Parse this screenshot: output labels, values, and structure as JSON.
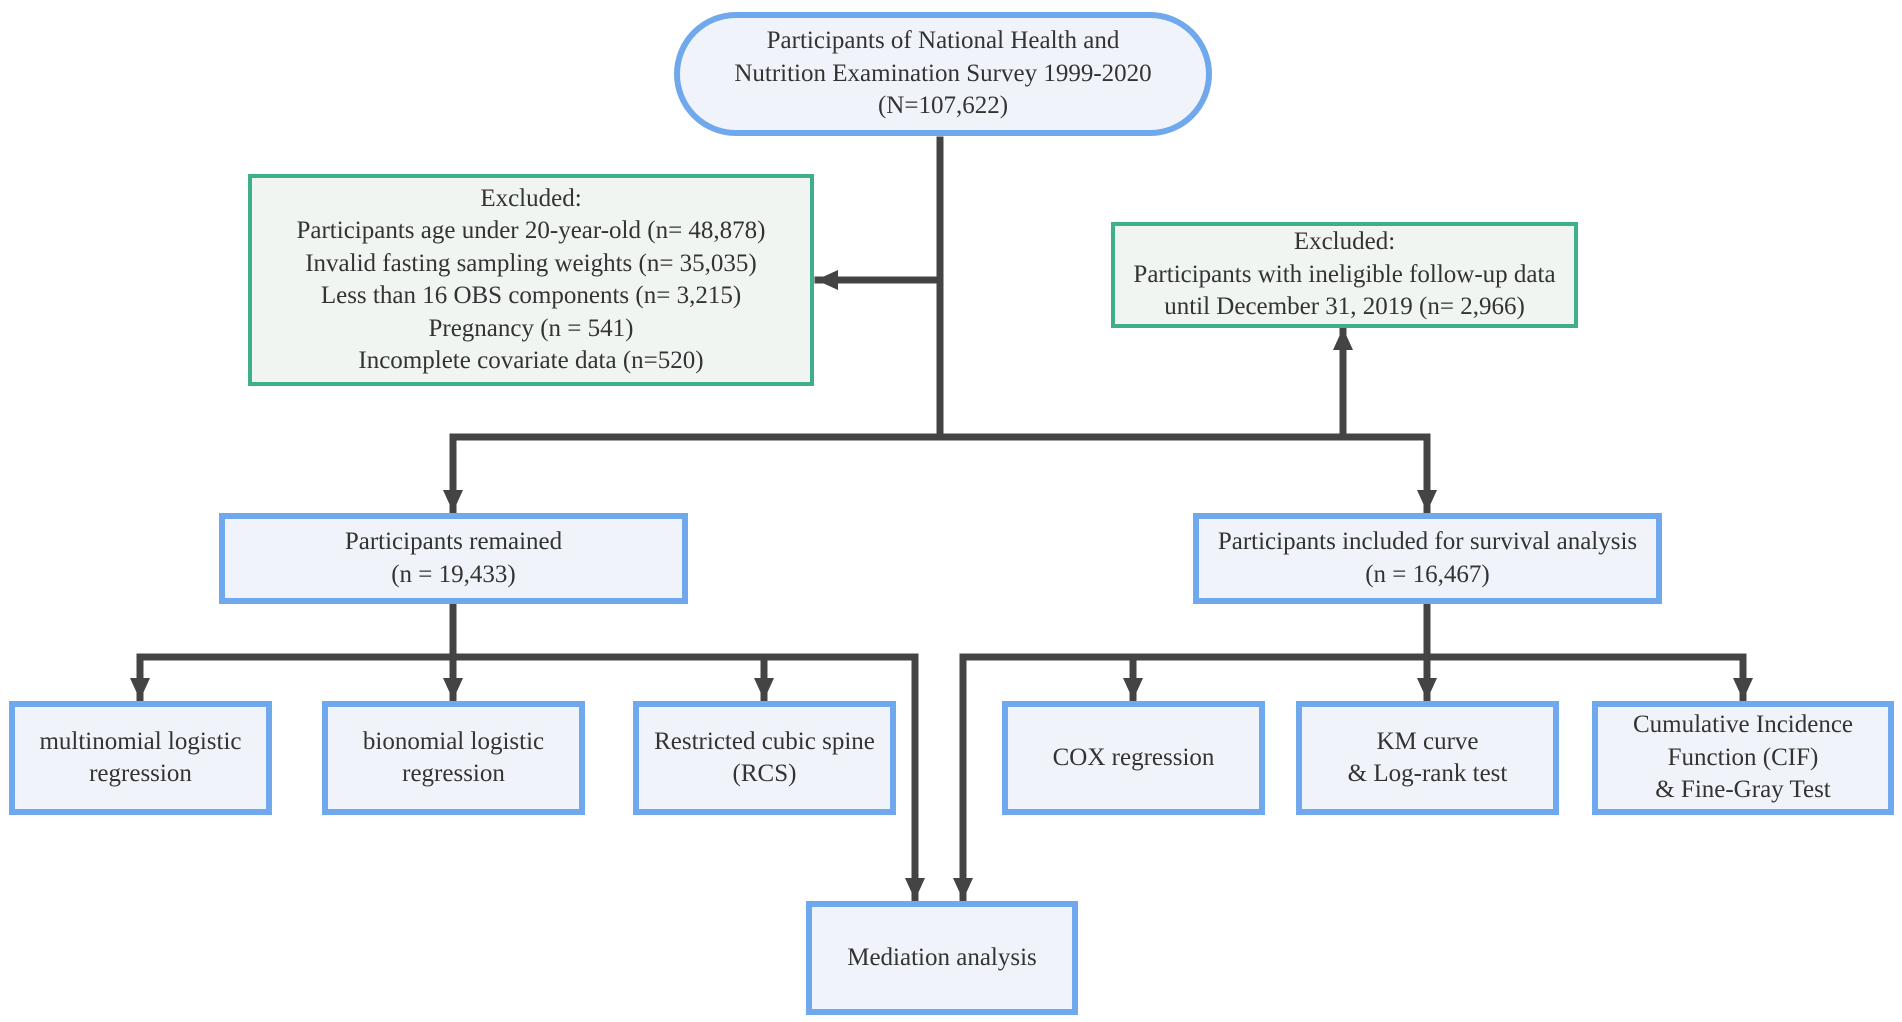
{
  "nodes": {
    "source": {
      "lines": [
        "Participants of  National Health and",
        "Nutrition Examination Survey 1999-2020",
        "(N=107,622)"
      ]
    },
    "exclusion_main": {
      "lines": [
        "Excluded:",
        "Participants age under 20-year-old (n= 48,878)",
        "Invalid fasting sampling weights (n= 35,035)",
        "Less than 16 OBS components (n= 3,215)",
        "Pregnancy (n = 541)",
        "Incomplete covariate data (n=520)"
      ]
    },
    "exclusion_followup": {
      "lines": [
        "Excluded:",
        "Participants with ineligible follow-up data",
        "until December 31, 2019 (n= 2,966)"
      ]
    },
    "remained": {
      "lines": [
        "Participants remained",
        "(n = 19,433)"
      ]
    },
    "survival": {
      "lines": [
        "Participants included for survival analysis",
        "(n = 16,467)"
      ]
    },
    "multinomial": {
      "lines": [
        "multinomial logistic",
        "regression"
      ]
    },
    "binomial": {
      "lines": [
        "bionomial logistic",
        "regression"
      ]
    },
    "rcs": {
      "lines": [
        "Restricted cubic spine",
        "(RCS)"
      ]
    },
    "cox": {
      "lines": [
        "COX regression"
      ]
    },
    "km": {
      "lines": [
        "KM curve",
        "& Log-rank test"
      ]
    },
    "cif": {
      "lines": [
        "Cumulative Incidence",
        "Function (CIF)",
        "& Fine-Gray Test"
      ]
    },
    "mediation": {
      "lines": [
        "Mediation analysis"
      ]
    }
  },
  "colors": {
    "blue_border": "#6fa8ec",
    "green_border": "#3fae8a",
    "connector": "#444444",
    "box_fill": "#f0f4fa"
  }
}
